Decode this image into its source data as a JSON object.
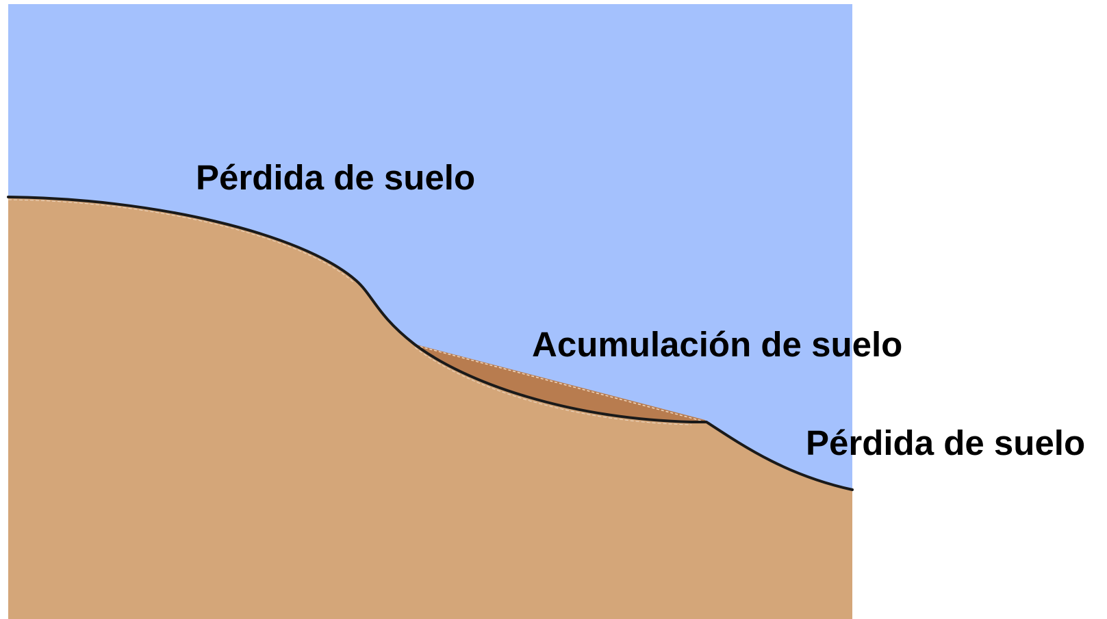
{
  "colors": {
    "sky": "#a4c1fd",
    "soil": "#d4a679",
    "deposit": "#b87c4f",
    "outline": "#1a1a1a",
    "text": "#000000"
  },
  "labels": {
    "erosion_top": "Pérdida de suelo",
    "deposition": "Acumulación de suelo",
    "erosion_right": "Pérdida de suelo"
  }
}
